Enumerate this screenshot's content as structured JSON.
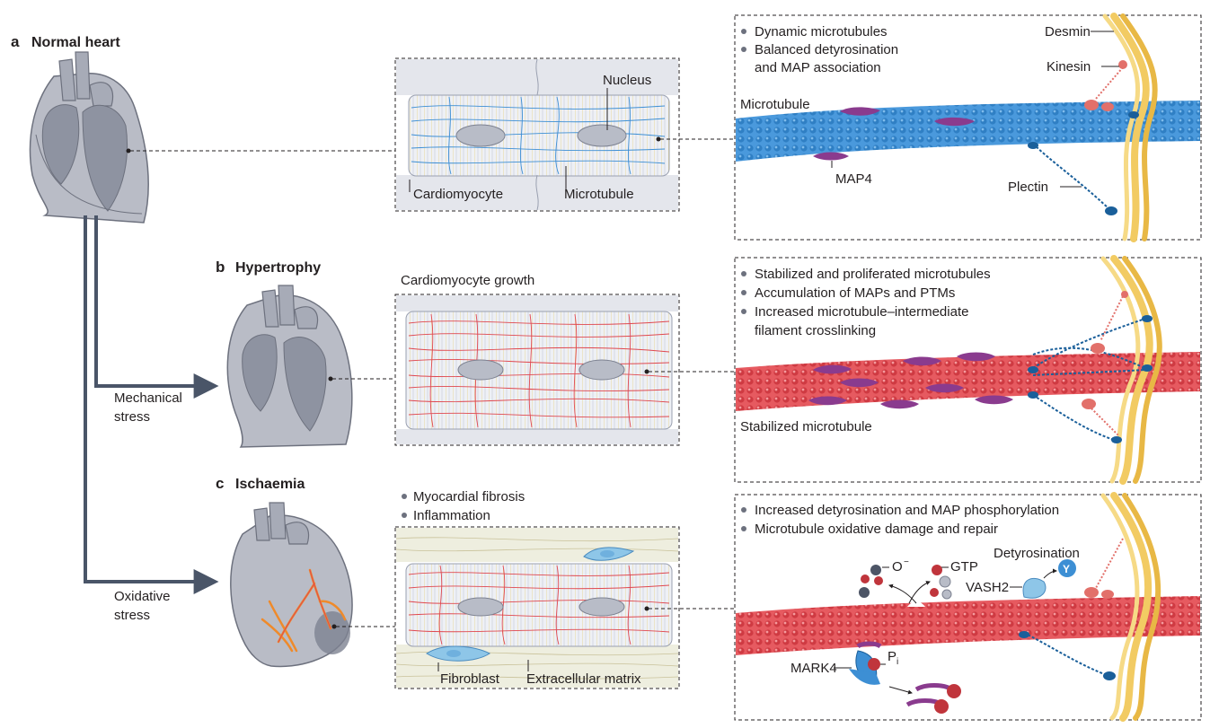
{
  "panels": {
    "a": {
      "letter": "a",
      "title": "Normal heart",
      "bullets": [
        "Dynamic microtubules",
        "Balanced detyrosination",
        "and MAP association"
      ],
      "cell_labels": {
        "nucleus": "Nucleus",
        "cardiomyocyte": "Cardiomyocyte",
        "microtubule": "Microtubule"
      },
      "detail_labels": {
        "desmin": "Desmin",
        "kinesin": "Kinesin",
        "microtubule": "Microtubule",
        "map4": "MAP4",
        "plectin": "Plectin"
      }
    },
    "b": {
      "letter": "b",
      "title": "Hypertrophy",
      "cell_caption": "Cardiomyocyte growth",
      "bullets": [
        "Stabilized and proliferated microtubules",
        "Accumulation of MAPs and PTMs",
        "Increased microtubule–intermediate",
        "filament crosslinking"
      ],
      "detail_labels": {
        "stabilized": "Stabilized microtubule"
      }
    },
    "c": {
      "letter": "c",
      "title": "Ischaemia",
      "cell_bullets": [
        "Myocardial fibrosis",
        "Inflammation"
      ],
      "cell_labels": {
        "fibroblast": "Fibroblast",
        "ecm": "Extracellular matrix"
      },
      "bullets": [
        "Increased detyrosination and MAP phosphorylation",
        "Microtubule oxidative damage and repair"
      ],
      "detail_labels": {
        "detyrosination": "Detyrosination",
        "superoxide": "O",
        "superoxide_charge": "−",
        "gtp": "GTP",
        "vash2": "VASH2",
        "tyr_symbol": "Y",
        "mark4": "MARK4",
        "pi": "P",
        "pi_sub": "i"
      }
    }
  },
  "stress": {
    "mechanical": [
      "Mechanical",
      "stress"
    ],
    "oxidative": [
      "Oxidative",
      "stress"
    ]
  },
  "colors": {
    "heart_fill": "#b9bcc6",
    "heart_dark": "#6d717e",
    "heart_chamber": "#8e93a1",
    "arrow": "#4a5568",
    "mt_blue": "#3d8fd4",
    "mt_red": "#e0484f",
    "desmin": "#f2cb63",
    "map_purple": "#8a3b8e",
    "plectin": "#1a5f9a",
    "kinesin": "#e2706a",
    "fibroblast": "#8ec6e8",
    "infarct_orange": "#ef8a2a"
  }
}
